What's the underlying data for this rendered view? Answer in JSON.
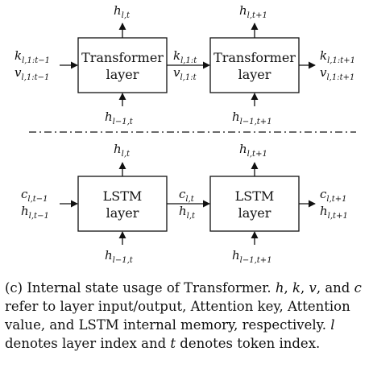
{
  "top": {
    "box1": {
      "line1": "Transformer",
      "line2": "layer"
    },
    "box2": {
      "line1": "Transformer",
      "line2": "layer"
    },
    "out1": {
      "base": "h",
      "sub": "l,t"
    },
    "out2": {
      "base": "h",
      "sub": "l,t+1"
    },
    "in1": {
      "base": "h",
      "sub": "l−1,t"
    },
    "in2": {
      "base": "h",
      "sub": "l−1,t+1"
    },
    "left_k": {
      "base": "k",
      "sub": "l,1:t−1"
    },
    "left_v": {
      "base": "v",
      "sub": "l,1:t−1"
    },
    "mid_k": {
      "base": "k",
      "sub": "l,1:t"
    },
    "mid_v": {
      "base": "v",
      "sub": "l,1:t"
    },
    "right_k": {
      "base": "k",
      "sub": "l,1:t+1"
    },
    "right_v": {
      "base": "v",
      "sub": "l,1:t+1"
    }
  },
  "bottom": {
    "box1": {
      "line1": "LSTM",
      "line2": "layer"
    },
    "box2": {
      "line1": "LSTM",
      "line2": "layer"
    },
    "out1": {
      "base": "h",
      "sub": "l,t"
    },
    "out2": {
      "base": "h",
      "sub": "l,t+1"
    },
    "in1": {
      "base": "h",
      "sub": "l−1,t"
    },
    "in2": {
      "base": "h",
      "sub": "l−1,t+1"
    },
    "left_c": {
      "base": "c",
      "sub": "l,t−1"
    },
    "left_h": {
      "base": "h",
      "sub": "l,t−1"
    },
    "mid_c": {
      "base": "c",
      "sub": "l,t"
    },
    "mid_h": {
      "base": "h",
      "sub": "l,t"
    },
    "right_c": {
      "base": "c",
      "sub": "l,t+1"
    },
    "right_h": {
      "base": "h",
      "sub": "l,t+1"
    }
  },
  "caption": {
    "part1": "(c) Internal state usage of Transformer. ",
    "h": "h",
    "sep1": ", ",
    "k": "k",
    "sep2": ", ",
    "v": "v",
    "sep3": ", and ",
    "c": "c",
    "part2": " refer to layer input/output, Attention key, Attention value, and LSTM internal memory, respectively. ",
    "l": "l",
    "part3": " denotes layer index and ",
    "t": "t",
    "part4": " denotes token index."
  }
}
